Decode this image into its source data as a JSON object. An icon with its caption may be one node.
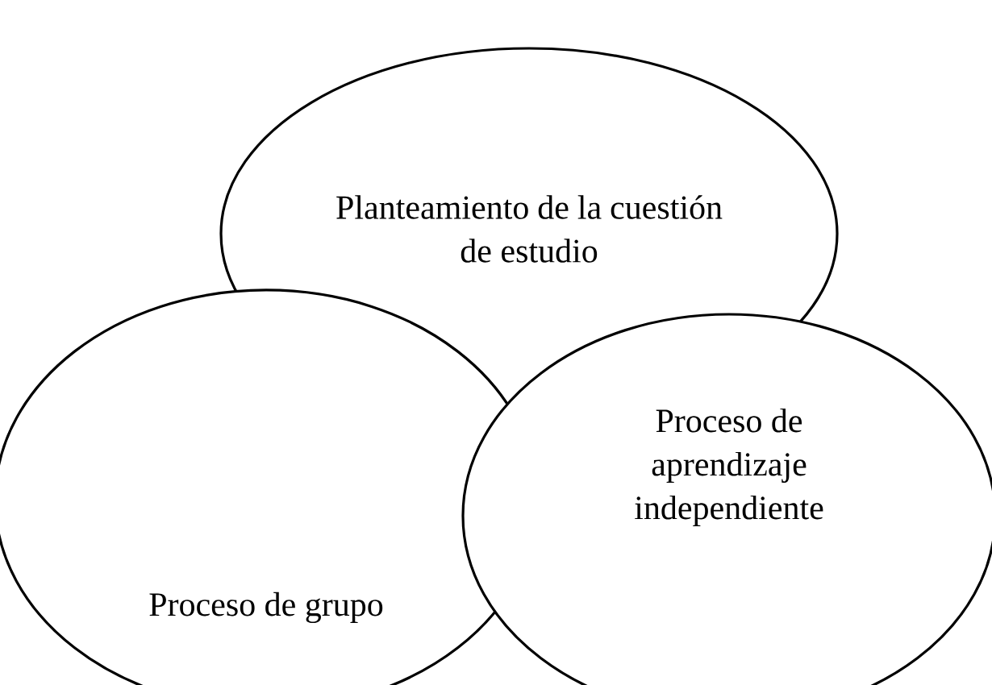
{
  "diagram": {
    "nodes": [
      {
        "text": [
          "Planteamiento de la cuestión de estudio"
        ]
      },
      {
        "text": [
          "Proceso de grupo"
        ]
      },
      {
        "text": [
          "Proceso de aprendizaje independiente"
        ]
      }
    ]
  }
}
